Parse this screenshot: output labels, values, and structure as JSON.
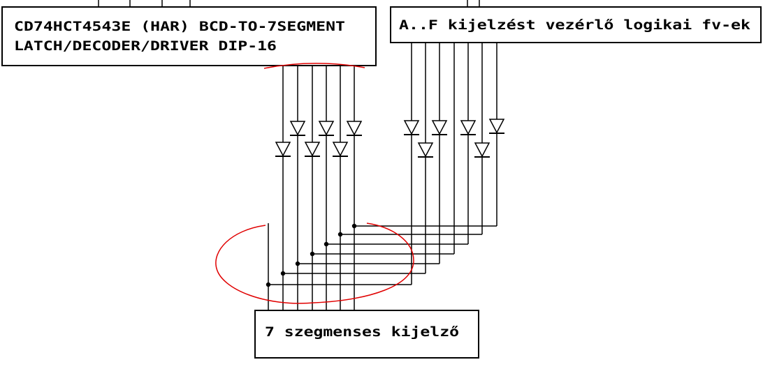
{
  "colors": {
    "line": "#000000",
    "annotation": "#e00000",
    "background": "#ffffff"
  },
  "decoder_box": {
    "line1": "CD74HCT4543E (HAR) BCD-TO-7SEGMENT",
    "line2": "LATCH/DECODER/DRIVER DIP-16"
  },
  "logic_box": {
    "label": "A..F kijelzést vezérlő logikai fv-ek"
  },
  "display_box": {
    "label": "7 szegmenses kijelző"
  },
  "diode_count": 12,
  "junction_count": 7
}
